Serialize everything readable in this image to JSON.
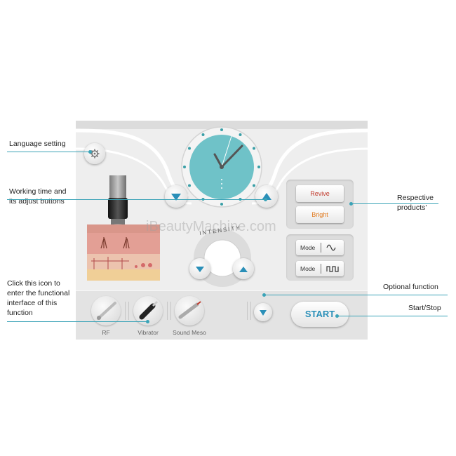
{
  "callouts": {
    "language": "Language setting",
    "working_time_1": "Working time and",
    "working_time_2": "its adjust buttons",
    "click_icon_1": "Click this icon to",
    "click_icon_2": "enter the functional",
    "click_icon_3": "interface of this",
    "click_icon_4": "function",
    "products_1": "Respective",
    "products_2": "products’",
    "optional": "Optional function",
    "start_stop": "Start/Stop"
  },
  "products": {
    "revive": "Revive",
    "bright": "Bright"
  },
  "modes": [
    {
      "label": "Mode",
      "icon": "sine-wave-icon"
    },
    {
      "label": "Mode",
      "icon": "square-wave-icon"
    }
  ],
  "intensity_label": "INTENSITY",
  "tools": [
    {
      "label": "RF",
      "icon": "rf-handpiece-icon"
    },
    {
      "label": "Vibrator",
      "icon": "vibrator-handpiece-icon"
    },
    {
      "label": "Sound Meso",
      "icon": "sound-meso-handpiece-icon"
    }
  ],
  "start_label": "START",
  "watermark": "iBeautyMachine.com",
  "colors": {
    "accent": "#3aa3b7",
    "clock_face": "#6fc2c8",
    "revive_text": "#c0392b",
    "bright_text": "#e07a1f",
    "start_text": "#2a8fb8"
  }
}
